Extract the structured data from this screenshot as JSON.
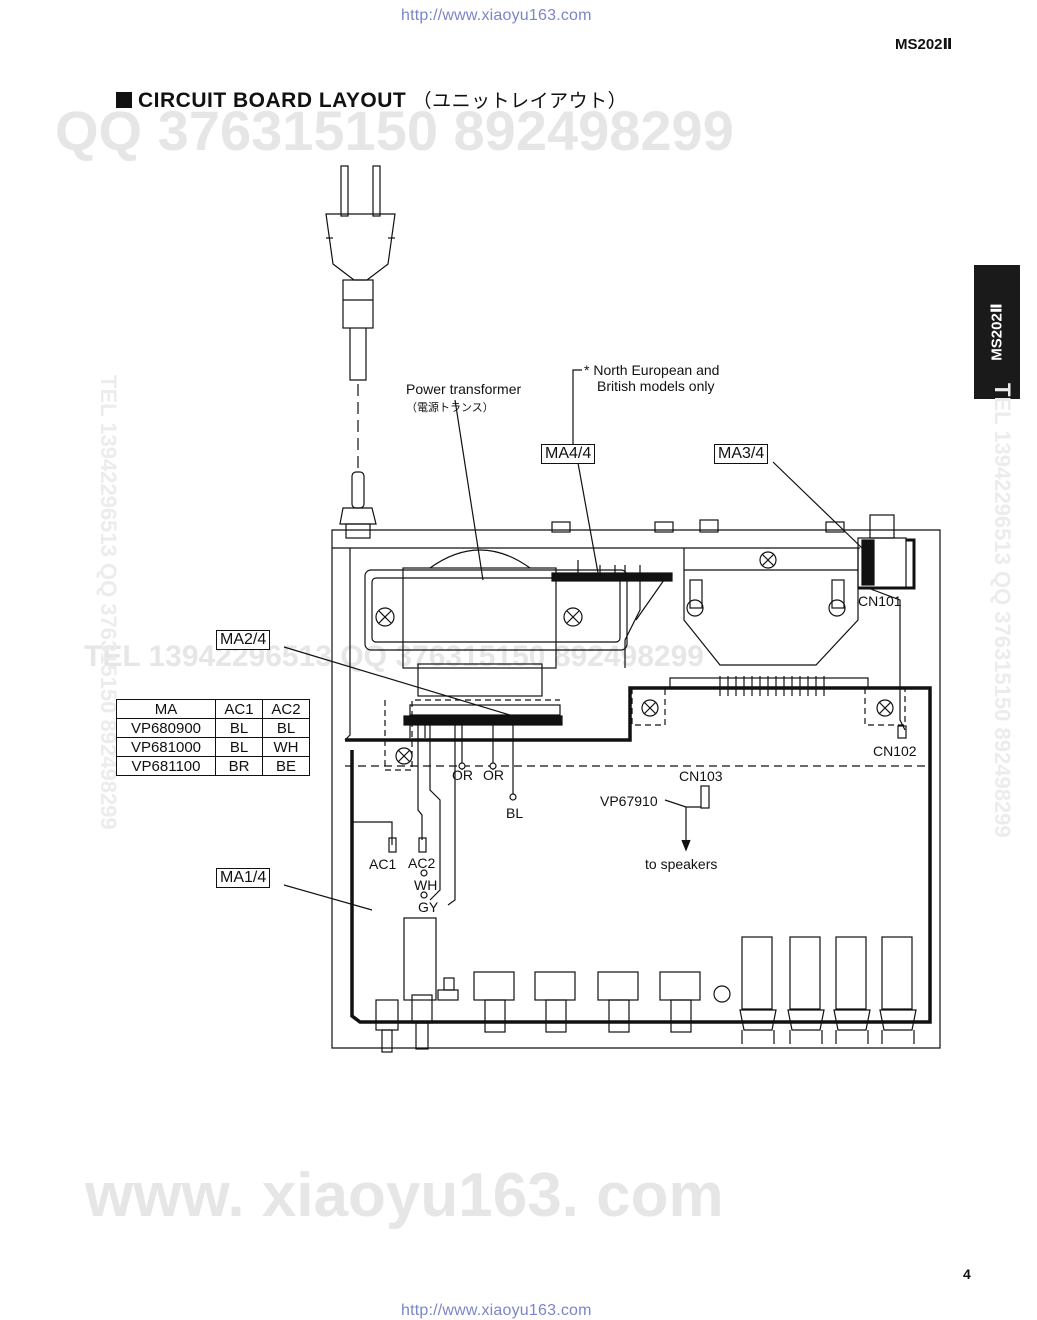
{
  "header": {
    "url_top": "http://www.xiaoyu163.com",
    "model": "MS202Ⅱ",
    "title": "CIRCUIT BOARD LAYOUT",
    "title_jp": "（ユニットレイアウト）"
  },
  "side_tab": {
    "label": "MS202Ⅱ"
  },
  "watermarks": {
    "qq_line": "QQ 376315150   892498299",
    "tel_line": "TEL  13942296513   QQ 376315150  892498299",
    "site_big": "www. xiaoyu163. com",
    "left_vertical": "TEL 13942296513 QQ 376315150 892498299",
    "right_vertical": "TEL 13942296513 QQ 376315150 892498299"
  },
  "diagram": {
    "power_transformer": "Power transformer",
    "power_transformer_jp": "（電源トランス）",
    "north_european_note_1": "* North European and",
    "north_european_note_2": "British models only",
    "ma44": "MA4/4",
    "ma34": "MA3/4",
    "ma24": "MA2/4",
    "ma14": "MA1/4",
    "cn101": "CN101",
    "cn102": "CN102",
    "cn103": "CN103",
    "vp67910": "VP67910",
    "to_speakers": "to speakers",
    "or1": "OR",
    "or2": "OR",
    "bl": "BL",
    "ac1": "AC1",
    "ac2": "AC2",
    "wh": "WH",
    "gy": "GY"
  },
  "ma_table": {
    "headers": [
      "MA",
      "AC1",
      "AC2"
    ],
    "rows": [
      [
        "VP680900",
        "BL",
        "BL"
      ],
      [
        "VP681000",
        "BL",
        "WH"
      ],
      [
        "VP681100",
        "BR",
        "BE"
      ]
    ]
  },
  "footer": {
    "page_number": "4",
    "url_bottom": "http://www.xiaoyu163.com"
  }
}
